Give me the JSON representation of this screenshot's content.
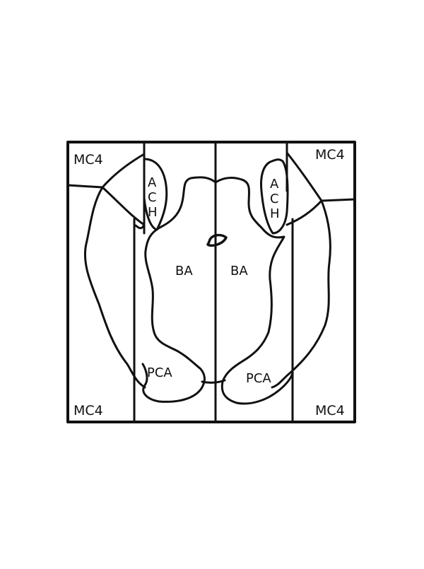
{
  "diagram": {
    "labels": {
      "mc4_top_left": "MC4",
      "mc4_top_right": "MC4",
      "mc4_bottom_left": "MC4",
      "mc4_bottom_right": "MC4",
      "ba_left": "BA",
      "ba_right": "BA",
      "pca_left": "PCA",
      "pca_right": "PCA",
      "ach_left": [
        "A",
        "C",
        "H"
      ],
      "ach_right": [
        "A",
        "C",
        "H"
      ]
    },
    "colors": {
      "stroke": "#111111",
      "background": "#ffffff"
    }
  }
}
